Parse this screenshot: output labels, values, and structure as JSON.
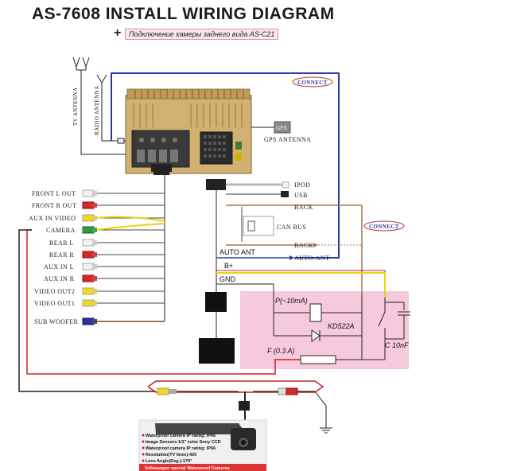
{
  "title": "AS-7608   INSTALL WIRING DIAGRAM",
  "subtitle": "Подключение камеры заднего вида AS-C21",
  "antenna": {
    "tv": "TV ANTENNA",
    "radio": "RADIO ANTENNA"
  },
  "gps": {
    "box": "GPS",
    "label": "GPS ANTENNA"
  },
  "connect_top": "CONNECT",
  "connect_right": "CONNECT",
  "left_labels": [
    "FRONT L OUT",
    "FRONT R OUT",
    "AUX IN VIDEO",
    "CAMERA",
    "REAR L",
    "REAR R",
    "AUX IN L",
    "AUX IN R",
    "VIDEO OUT2",
    "VIDEO OUT1",
    "SUB WOOFER"
  ],
  "right_labels": {
    "ipod": "IPOD",
    "usb": "USB",
    "back1": "BACK",
    "canbus": "CAN BUS",
    "back2": "BACK",
    "auto_ant": "AUTO-ANT"
  },
  "power_labels": {
    "auto_ant": "AUTO ANT",
    "bplus": "B+",
    "gnd": "GND"
  },
  "circuit": {
    "relay": "P(~10mA)",
    "diode": "KD522A",
    "capacitor": "C 10nF",
    "fuse": "F (0.3 A)"
  },
  "camera_specs": [
    "Waterproof camera IP rating: IP66",
    "Image Sensors:1/3\" color Sony CCD",
    "Waterproof camera IP rating: IP66",
    "Resolution(TV lines):420",
    "Lens Angle(Deg.):170°"
  ],
  "camera_caption": "Volksawgen special Waterproof Cameras",
  "colors": {
    "blue": "#2b3aa0",
    "red": "#cc2222",
    "yellow": "#e8d21a",
    "brown": "#a47452",
    "pink": "#f6c9dc",
    "gold": "#d2b071"
  }
}
